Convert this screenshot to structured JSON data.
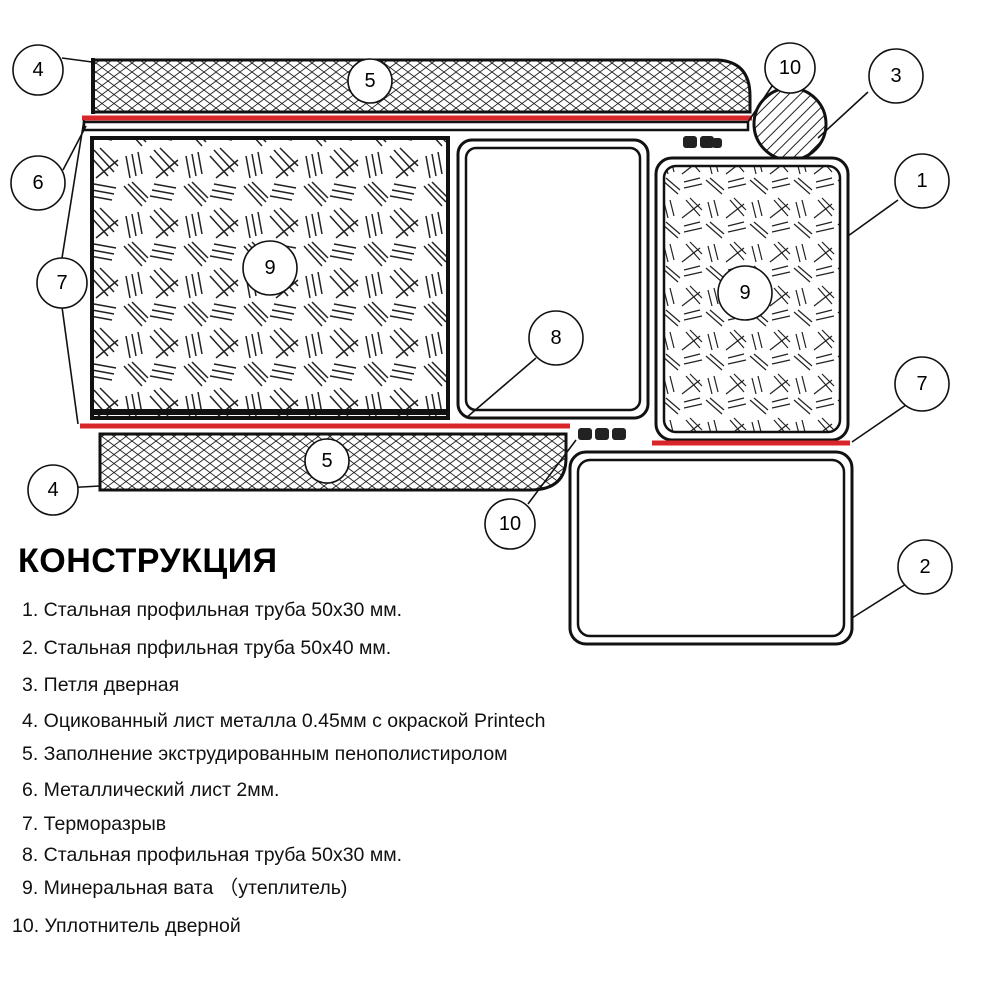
{
  "diagram": {
    "callouts": [
      {
        "id": "c4-top",
        "label": "4"
      },
      {
        "id": "c5-top",
        "label": "5"
      },
      {
        "id": "c10-top",
        "label": "10"
      },
      {
        "id": "c3",
        "label": "3"
      },
      {
        "id": "c6",
        "label": "6"
      },
      {
        "id": "c1",
        "label": "1"
      },
      {
        "id": "c9-left",
        "label": "9"
      },
      {
        "id": "c7-left",
        "label": "7"
      },
      {
        "id": "c9-right",
        "label": "9"
      },
      {
        "id": "c8",
        "label": "8"
      },
      {
        "id": "c7-right",
        "label": "7"
      },
      {
        "id": "c5-bottom",
        "label": "5"
      },
      {
        "id": "c4-bottom",
        "label": "4"
      },
      {
        "id": "c10-bottom",
        "label": "10"
      },
      {
        "id": "c2",
        "label": "2"
      }
    ],
    "colors": {
      "thermal_break": "#d8262b",
      "outline": "#111111",
      "fill": "#ffffff"
    }
  },
  "legend": {
    "title": "КОНСТРУКЦИЯ",
    "items": [
      "1. Стальная профильная труба 50х30 мм.",
      "2. Стальная прфильная труба 50х40 мм.",
      "3. Петля дверная",
      "4. Оцикованный лист металла 0.45мм с окраской Printech",
      "5. Заполнение экструдированным пенополистиролом",
      "6. Металлический лист 2мм.",
      "7. Терморазрыв",
      "8. Стальная профильная труба 50х30 мм.",
      "9. Минеральная вата （утеплитель)",
      "10. Уплотнитель дверной"
    ]
  }
}
